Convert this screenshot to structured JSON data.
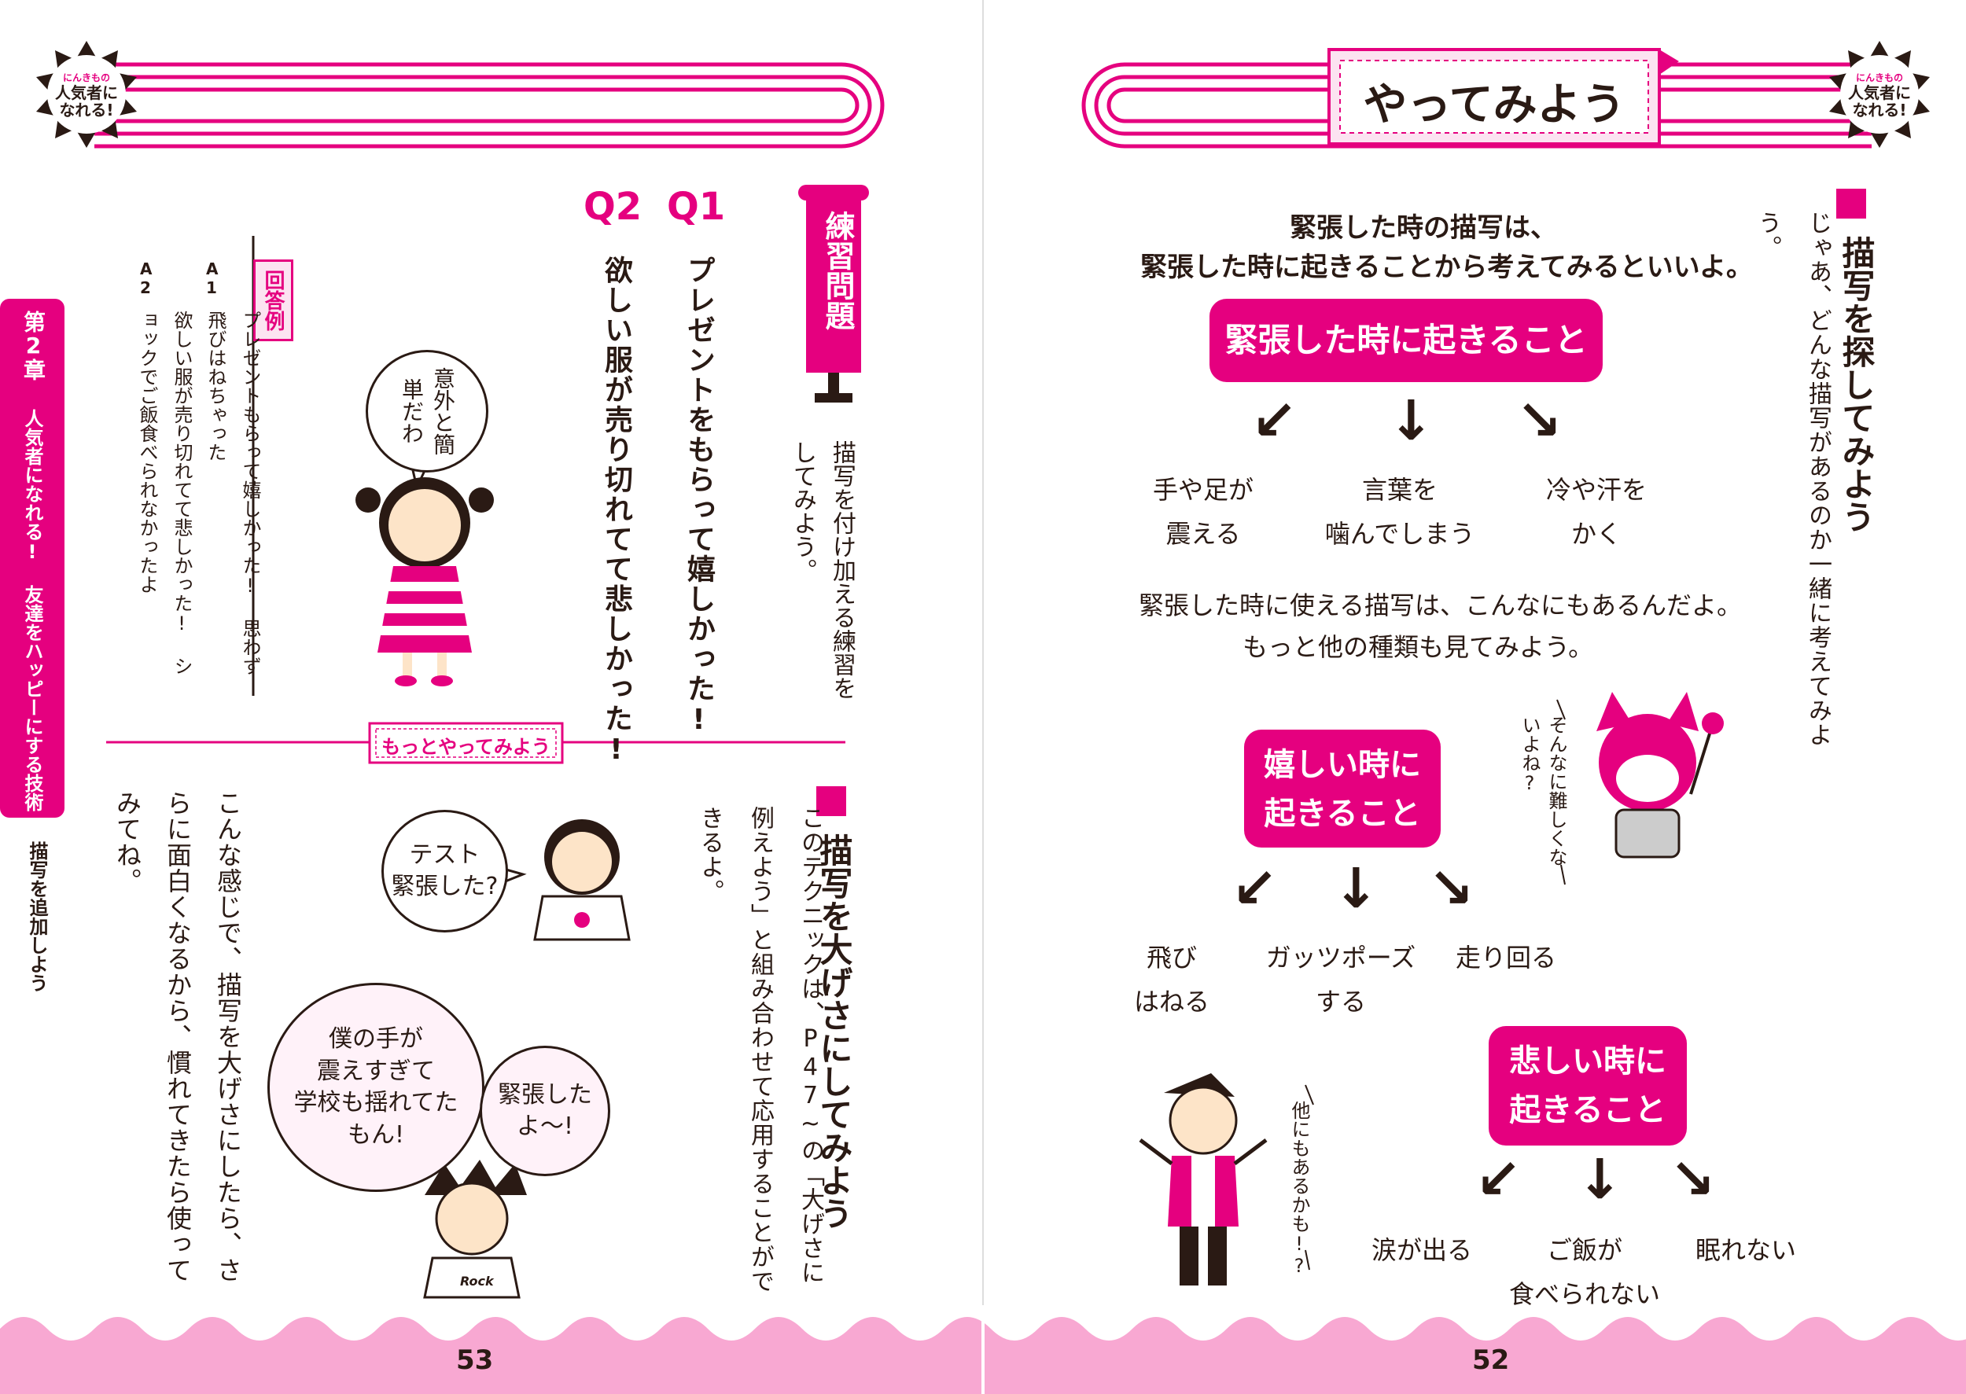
{
  "colors": {
    "accent": "#e5007f",
    "light_pink": "#f8a8d2",
    "ink": "#2a1a14"
  },
  "badge": {
    "text": "人気者になれる!",
    "ruby": "にんきもの"
  },
  "left_page": {
    "page_number": "53",
    "side_tab": {
      "chapter": "第2章",
      "title": "人気者になれる!  友達をハッピーにする技術",
      "subtitle": "描写を追加しよう"
    },
    "practice_banner": "練習問題",
    "practice_instruction": "描写を付け加える練習をしてみよう。",
    "questions": [
      {
        "label": "Q1",
        "text": "プレゼントをもらって嬉しかった!"
      },
      {
        "label": "Q2",
        "text": "欲しい服が売り切れてて悲しかった!"
      }
    ],
    "answer_tag": "回答例",
    "answers": [
      {
        "label": "A1",
        "text": "プレゼントもらって嬉しかった!  思わず飛びはねちゃった"
      },
      {
        "label": "A2",
        "text": "欲しい服が売り切れてて悲しかった!  ショックでご飯食べられなかったよ"
      }
    ],
    "bubble_girl": "意外と簡単だわ",
    "more_label": "もっとやってみよう",
    "section_heading": "描写を大げさにしてみよう",
    "section_body": "このテクニックは、P47~の「大げさに例えよう」と組み合わせて応用することができるよ。",
    "closing": "こんな感じで、描写を大げさにしたら、さらに面白くなるから、慣れてきたら使ってみてね。",
    "bubble_test_1": "テスト",
    "bubble_test_2": "緊張した?",
    "bubble_boy_1": "僕の手が",
    "bubble_boy_2": "震えすぎて",
    "bubble_boy_3": "学校も揺れてた",
    "bubble_boy_4": "もん!",
    "bubble_small_1": "緊張した",
    "bubble_small_2": "よ〜!",
    "shirt_text": "Rock"
  },
  "right_page": {
    "page_number": "52",
    "title": "やってみよう",
    "section_heading": "描写を探してみよう",
    "section_body": "じゃあ、どんな描写があるのか一緒に考えてみよう。",
    "intro_line1": "緊張した時の描写は、",
    "intro_line2": "緊張した時に起きることから考えてみるといいよ。",
    "box1": "緊張した時に起きること",
    "box1_items": [
      {
        "line1": "手や足が",
        "line2": "震える"
      },
      {
        "line1": "言葉を",
        "line2": "噛んでしまう"
      },
      {
        "line1": "冷や汗を",
        "line2": "かく"
      }
    ],
    "mid_line1": "緊張した時に使える描写は、こんなにもあるんだよ。",
    "mid_line2": "もっと他の種類も見てみよう。",
    "cat_speech": "そんなに難しくないよね?",
    "box2_line1": "嬉しい時に",
    "box2_line2": "起きること",
    "box2_items": [
      {
        "line1": "飛び",
        "line2": "はねる"
      },
      {
        "line1": "ガッツポーズ",
        "line2": "する"
      },
      {
        "line1": "走り回る",
        "line2": ""
      }
    ],
    "box3_line1": "悲しい時に",
    "box3_line2": "起きること",
    "box3_items": [
      {
        "line1": "涙が出る",
        "line2": ""
      },
      {
        "line1": "ご飯が",
        "line2": "食べられない"
      },
      {
        "line1": "眠れない",
        "line2": ""
      }
    ],
    "man_speech": "他にもあるかも!?"
  }
}
